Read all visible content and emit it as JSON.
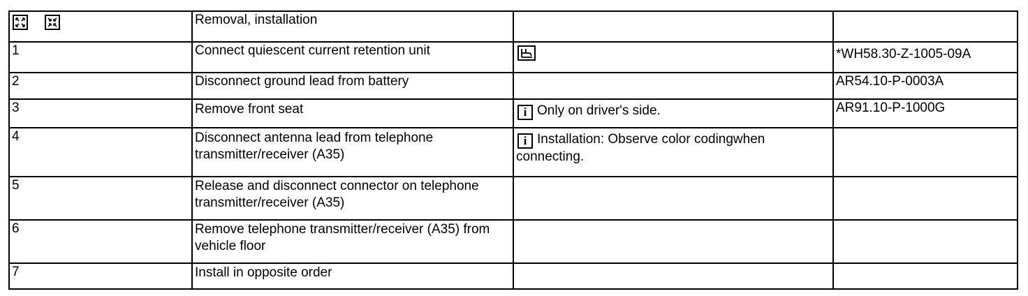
{
  "header": {
    "icons": [
      "expand-all-icon",
      "collapse-all-icon"
    ],
    "title": "Removal, installation"
  },
  "rows": [
    {
      "num": "1",
      "step": "Connect quiescent current retention unit",
      "note_icon": "tool-icon",
      "ref": "*WH58.30-Z-1005-09A"
    },
    {
      "num": "2",
      "step": "Disconnect ground lead from battery",
      "ref": "AR54.10-P-0003A"
    },
    {
      "num": "3",
      "step": "Remove front seat",
      "note_icon": "info-icon",
      "note_text": "Only on driver's side.",
      "ref": "AR91.10-P-1000G"
    },
    {
      "num": "4",
      "step": "Disconnect antenna lead from telephone transmitter/receiver (A35)",
      "note_icon": "info-icon",
      "note_text": "Installation:  Observe color codingwhen connecting."
    },
    {
      "num": "5",
      "step": "Release and disconnect connector on telephone transmitter/receiver (A35)"
    },
    {
      "num": "6",
      "step": "Remove telephone transmitter/receiver (A35) from vehicle floor"
    },
    {
      "num": "7",
      "step": "Install in opposite order"
    }
  ]
}
